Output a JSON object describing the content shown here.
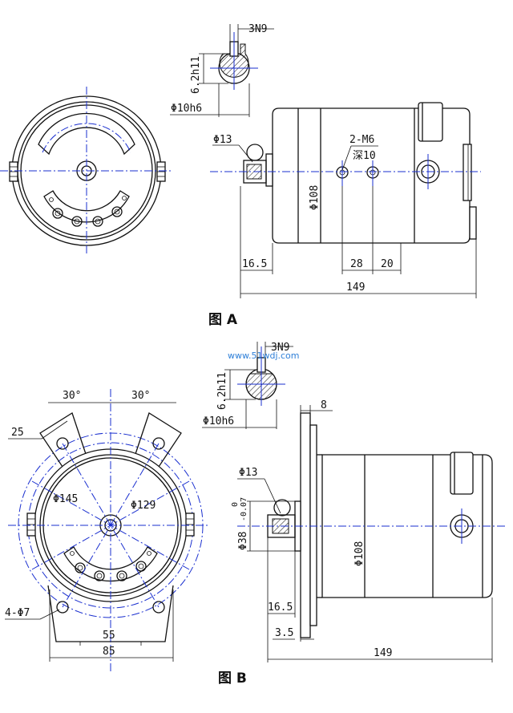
{
  "figure_a": {
    "caption": "图 A",
    "keyway_label": "3N9",
    "key_depth_label": "6.2h11",
    "shaft_label": "Φ10h6",
    "flat_label": "Φ13",
    "thread_label": "2-M6",
    "depth_label": "深10",
    "body_dia_label": "Φ108",
    "dim_shaft_len": "16.5",
    "dim_hole_1": "28",
    "dim_hole_2": "20",
    "dim_total": "149"
  },
  "figure_b": {
    "caption": "图 B",
    "keyway_label": "3N9",
    "key_depth_label": "6.2h11",
    "shaft_label": "Φ10h6",
    "flange_thk_label": "8",
    "flat_label": "Φ13",
    "spigot_label": "Φ38",
    "spigot_tol_upper": "0",
    "spigot_tol_lower": "-0.07",
    "body_dia_label": "Φ108",
    "angle_left": "30°",
    "angle_right": "30°",
    "ear_width_label": "25",
    "pcd_outer_label": "Φ145",
    "pcd_inner_label": "Φ129",
    "holes_label": "4-Φ7",
    "dim_55": "55",
    "dim_85": "85",
    "dim_shaft_len": "16.5",
    "dim_spigot_len": "3.5",
    "dim_total": "149",
    "watermark": "www.51wdj.com"
  },
  "colors": {
    "centerline": "#1a2fcf",
    "outline": "#111111",
    "watermark": "#2e7fd8"
  }
}
